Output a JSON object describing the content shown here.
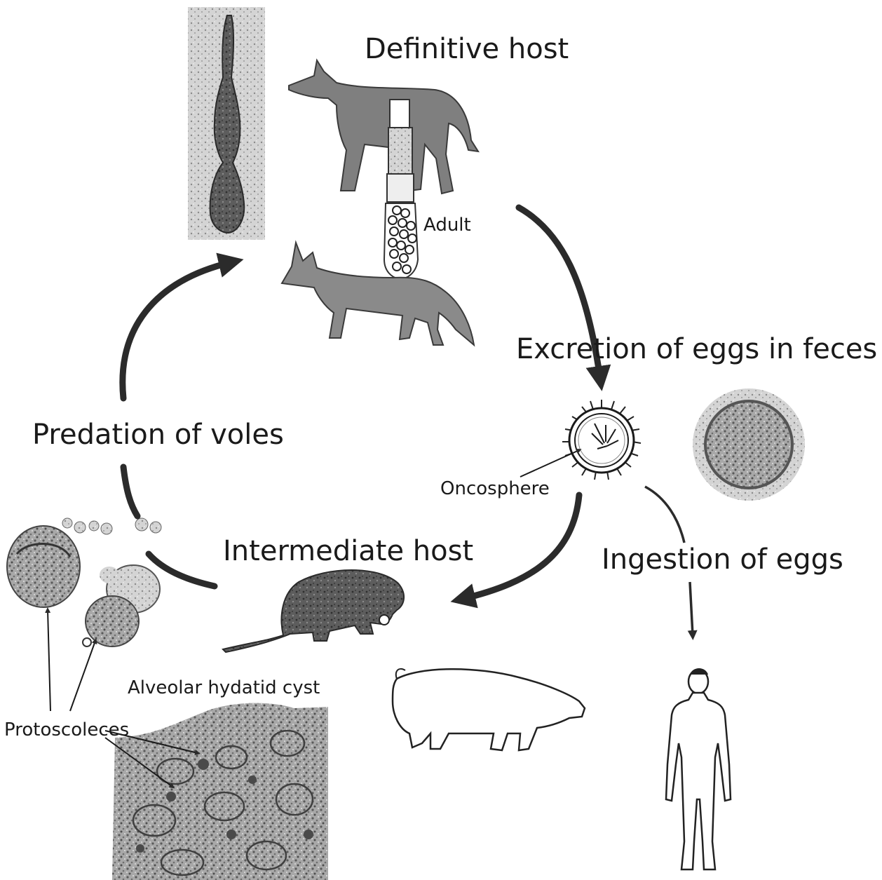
{
  "labels": {
    "definitive_host": "Definitive host",
    "adult": "Adult",
    "excretion": "Excretion of eggs in feces",
    "predation": "Predation of voles",
    "oncosphere": "Oncosphere",
    "intermediate_host": "Intermediate host",
    "ingestion": "Ingestion of eggs",
    "alveolar_cyst": "Alveolar hydatid cyst",
    "protoscoleces": "Protoscoleces"
  },
  "colors": {
    "ink": "#1a1a1a",
    "arrow": "#2b2b2b",
    "photo_gray": "#9a9a9a",
    "animal_fill": "#7d7d7d",
    "speckle_dark": "#3c3c3c"
  }
}
